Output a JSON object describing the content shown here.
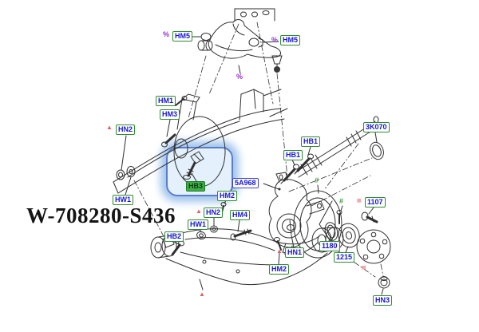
{
  "part_number": "W-708280-S436",
  "callouts": {
    "hm5_left": "HM5",
    "hm5_right": "HM5",
    "hm1": "HM1",
    "hm3": "HM3",
    "hn2_left": "HN2",
    "hw1_left": "HW1",
    "hb3": "HB3",
    "ref_5a968": "5A968",
    "hm2_upper": "HM2",
    "hn2_mid": "HN2",
    "hw1_mid": "HW1",
    "hm4": "HM4",
    "hb2": "HB2",
    "hn1": "HN1",
    "hm2_lower": "HM2",
    "hb1_upper": "HB1",
    "hb1_lower": "HB1",
    "k3k070": "3K070",
    "n1107": "1107",
    "n1180": "1180",
    "n1215": "1215",
    "hn3": "HN3"
  },
  "symbols": {
    "percent": "%",
    "triangle": "▲",
    "square": "■",
    "hash": "#"
  },
  "colors": {
    "label_border": "#2e8b2e",
    "label_text": "#1616d6",
    "ref_label_border": "#4343cc",
    "highlight_bg": "#3fae49",
    "highlight_glow": "#a0c3eb",
    "highlight_box_border": "#5b7cc8",
    "purple_marker": "#9133cf",
    "red_marker": "#e06060",
    "pink_marker": "#f0aaaa",
    "green_marker": "#3a9a3a",
    "line_art": "#2f2f2f"
  }
}
